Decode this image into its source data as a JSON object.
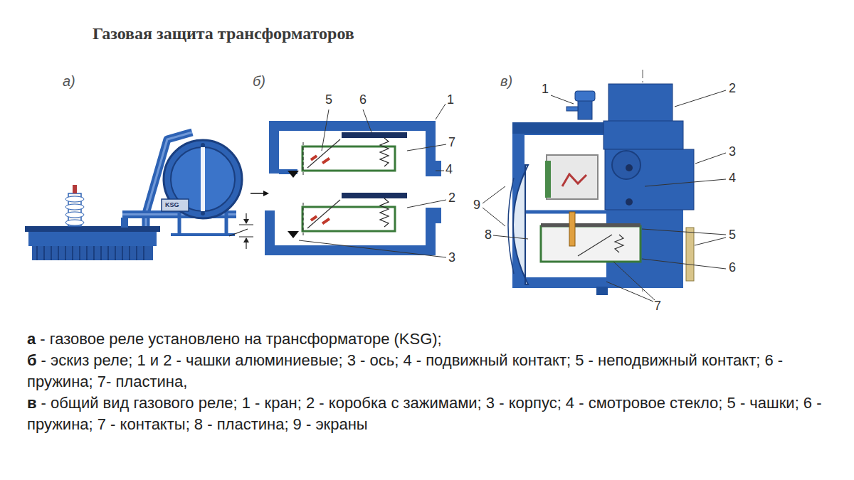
{
  "diagram": {
    "title": "Газовая защита трансформаторов",
    "labels": [
      "а)",
      "KSG",
      "б)",
      "5",
      "6",
      "1",
      "7",
      "4",
      "2",
      "3",
      "в)",
      "1",
      "2",
      "3",
      "4",
      "9",
      "8",
      "5",
      "6",
      "7",
      "а",
      "- газовое реле установлено на трансформаторе (KSG);",
      "б",
      "- эскиз реле; 1 и 2 - чашки алюминиевые; 3 - ось; 4 - подвижный контакт; 5 - неподвижный контакт; 6 - пружина; 7- пластина,",
      "в",
      "- общий вид газового реле; 1 - кран; 2 - коробка с зажимами; 3 - корпус; 4 - смотровое стекло; 5 - чашки; 6 - пружина; 7 - контакты; 8 - пластина; 9 - экраны"
    ]
  }
}
